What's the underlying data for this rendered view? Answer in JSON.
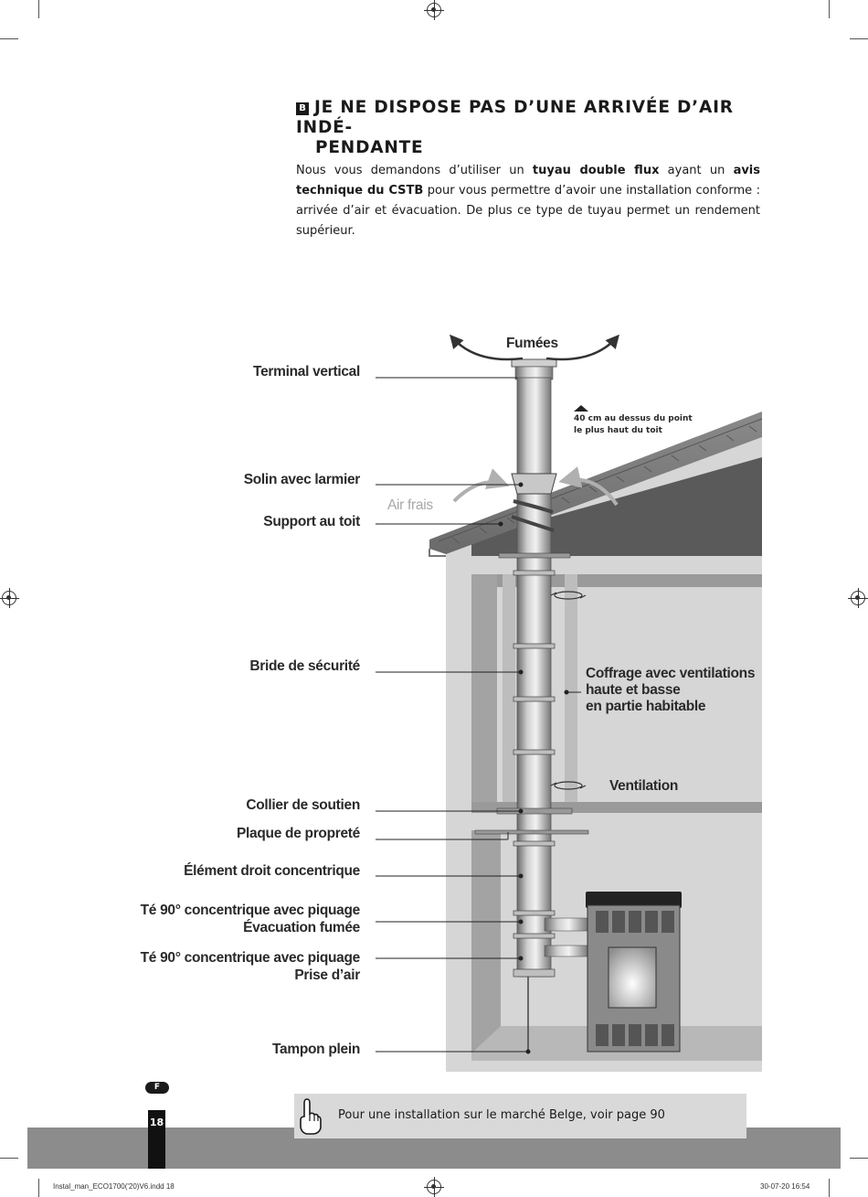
{
  "section": {
    "badge": "B",
    "title_line1": "JE NE DISPOSE PAS D’UNE ARRIVÉE D’AIR INDÉ-",
    "title_line2": "PENDANTE"
  },
  "intro": {
    "p1": "Nous vous demandons d’utiliser un ",
    "b1": "tuyau double flux",
    "p2": " ayant un ",
    "b2": "avis technique du CSTB",
    "p3": " pour vous permettre d’avoir une installation conforme : arrivée d’air et évacuation. De plus ce type de tuyau permet un rendement supérieur."
  },
  "diagram": {
    "top_label": "Fumées",
    "roof_note_line1": "40 cm au dessus du point",
    "roof_note_line2": "le plus haut du toit",
    "air_label": "Air frais",
    "left_labels": {
      "terminal": "Terminal vertical",
      "solin": "Solin avec larmier",
      "support": "Support au toit",
      "bride": "Bride de sécurité",
      "collier": "Collier de soutien",
      "plaque": "Plaque de propreté",
      "element": "Élément droit concentrique",
      "te1_line1": "Té 90° concentrique avec piquage",
      "te1_line2": "Évacuation fumée",
      "te2_line1": "Té 90° concentrique avec piquage",
      "te2_line2": "Prise d’air",
      "tampon": "Tampon plein"
    },
    "right_labels": {
      "coffrage_line1": "Coffrage avec ventilations",
      "coffrage_line2": "haute et basse",
      "coffrage_line3": "en partie habitable",
      "ventilation": "Ventilation"
    }
  },
  "footer": {
    "lang_badge": "F",
    "page_number": "18",
    "note": "Pour une installation sur le marché Belge, voir page 90",
    "slug_left": "Instal_man_ECO1700('20)V6.indd   18",
    "slug_right": "30-07-20   16:54"
  },
  "colors": {
    "house_fill": "#d6d6d6",
    "roof_dark": "#5a5a5a",
    "footer_bar": "#8c8c8c",
    "note_box": "#d9d9d9"
  }
}
